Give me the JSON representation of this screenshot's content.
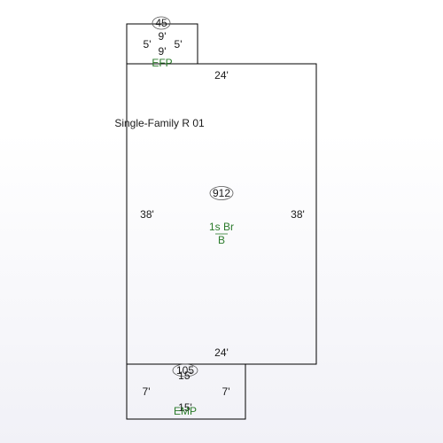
{
  "sketch": {
    "building_label": "Single-Family R 01",
    "main": {
      "area": "912",
      "code": "1s Br",
      "subcode": "B",
      "dim_top": "24'",
      "dim_bottom": "24'",
      "dim_left": "38'",
      "dim_right": "38'"
    },
    "efp": {
      "area": "45",
      "code": "EFP",
      "dim_top": "9'",
      "dim_bottom": "9'",
      "dim_left": "5'",
      "dim_right": "5'"
    },
    "emp": {
      "area": "105",
      "code": "EMP",
      "dim_top": "15'",
      "dim_bottom": "15'",
      "dim_left": "7'",
      "dim_right": "7'"
    },
    "colors": {
      "outline": "#000000",
      "code_text": "#2a7a2a"
    }
  }
}
